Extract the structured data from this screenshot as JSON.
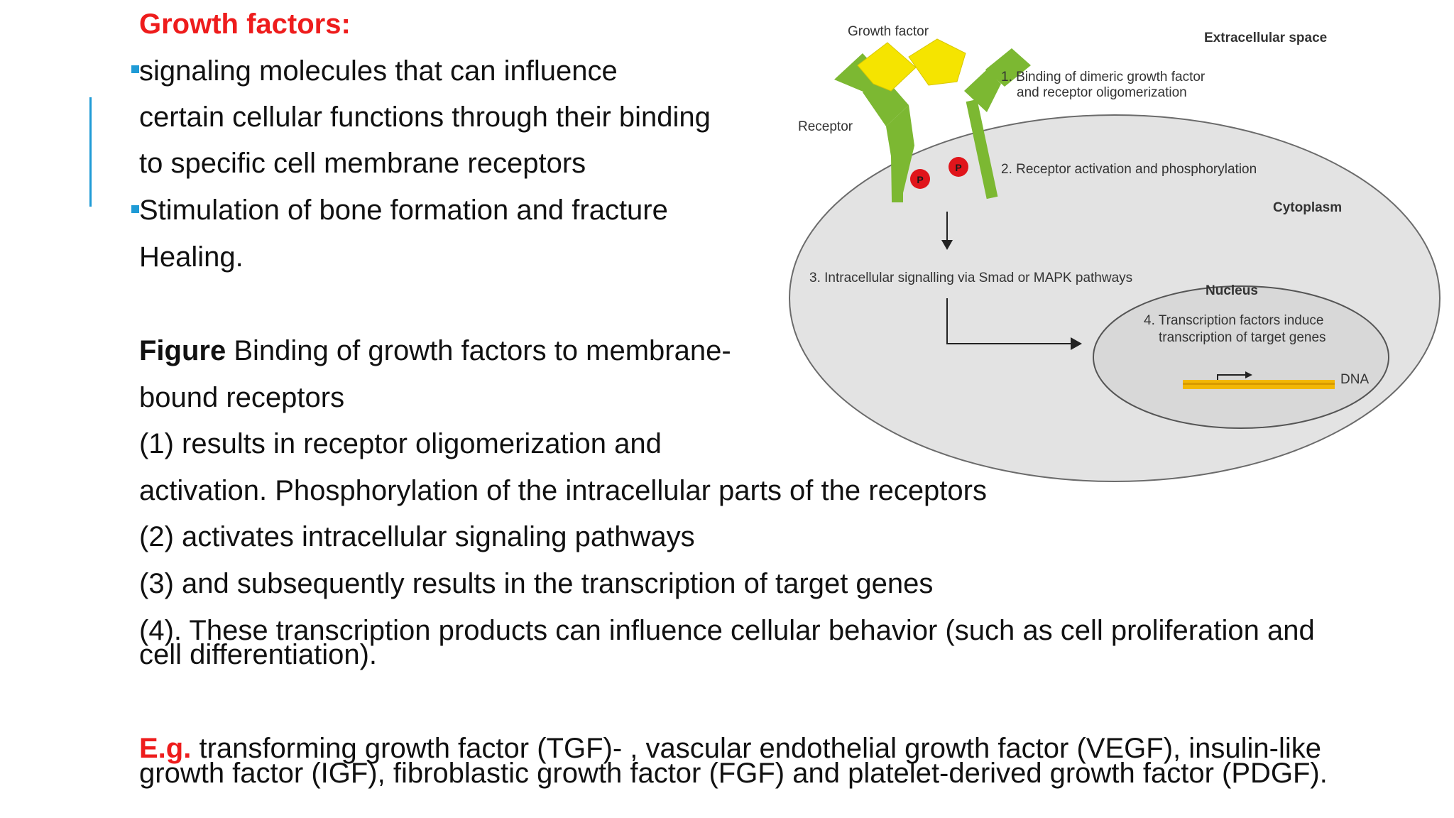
{
  "heading": "Growth factors:",
  "bullets": [
    {
      "lines": [
        "signaling molecules that can influence",
        "certain cellular functions through their binding",
        "to specific cell membrane receptors"
      ]
    },
    {
      "lines": [
        "Stimulation of bone formation and fracture",
        "Healing."
      ]
    }
  ],
  "caption": {
    "bold_word": "Figure",
    "line1_rest": " Binding of growth factors to membrane-",
    "line2": "bound receptors",
    "line3": "(1) results in receptor oligomerization and",
    "line4": "activation. Phosphorylation of the intracellular parts of the receptors",
    "line5": "(2) activates intracellular signaling pathways",
    "line6": "(3) and subsequently results in the transcription of target genes",
    "line7": "(4). These transcription products can influence cellular behavior (such as cell proliferation and",
    "line8": "cell differentiation)."
  },
  "examples": {
    "prefix": "E.g.",
    "line1": " transforming growth factor (TGF)-  , vascular endothelial growth factor (VEGF), insulin-like",
    "line2": "growth factor (IGF), fibroblastic growth factor (FGF) and platelet-derived growth factor (PDGF)."
  },
  "figure": {
    "growth_factor": "Growth factor",
    "extracellular": "Extracellular space",
    "step1_a": "1. Binding of dimeric growth factor",
    "step1_b": "and receptor oligomerization",
    "receptor": "Receptor",
    "step2": "2. Receptor activation and phosphorylation",
    "cytoplasm": "Cytoplasm",
    "step3": "3. Intracellular signalling via Smad or MAPK pathways",
    "nucleus": "Nucleus",
    "step4_a": "4. Transcription factors induce",
    "step4_b": "transcription of target genes",
    "dna": "DNA",
    "phospho": "P"
  },
  "colors": {
    "heading_red": "#ee1c1c",
    "bullet_blue": "#1f9bd6",
    "receptor_green": "#7cb832",
    "ligand_yellow": "#f5e400",
    "phospho_red": "#e0151b",
    "cell_gray": "#e3e3e3",
    "dna_gold": "#f2b705"
  }
}
